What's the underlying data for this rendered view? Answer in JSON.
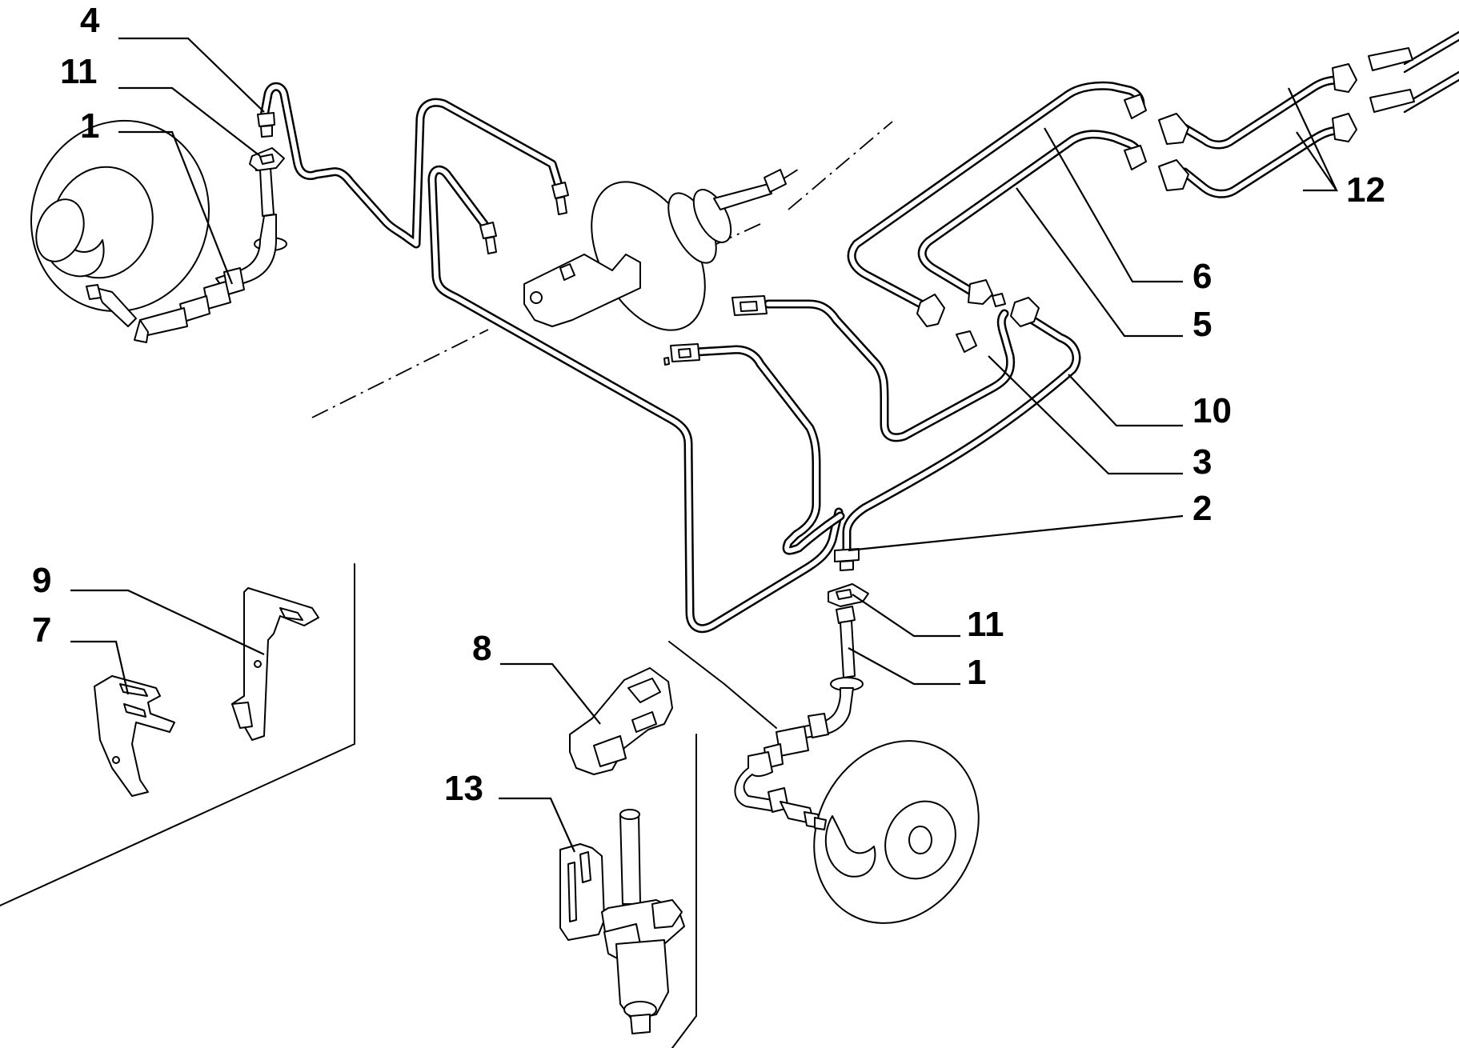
{
  "callouts": [
    {
      "id": "c4",
      "text": "4"
    },
    {
      "id": "c11a",
      "text": "11"
    },
    {
      "id": "c1a",
      "text": "1"
    },
    {
      "id": "c12",
      "text": "12"
    },
    {
      "id": "c6",
      "text": "6"
    },
    {
      "id": "c5",
      "text": "5"
    },
    {
      "id": "c10",
      "text": "10"
    },
    {
      "id": "c3",
      "text": "3"
    },
    {
      "id": "c2",
      "text": "2"
    },
    {
      "id": "c9",
      "text": "9"
    },
    {
      "id": "c7",
      "text": "7"
    },
    {
      "id": "c8",
      "text": "8"
    },
    {
      "id": "c11b",
      "text": "11"
    },
    {
      "id": "c1b",
      "text": "1"
    },
    {
      "id": "c13",
      "text": "13"
    }
  ]
}
